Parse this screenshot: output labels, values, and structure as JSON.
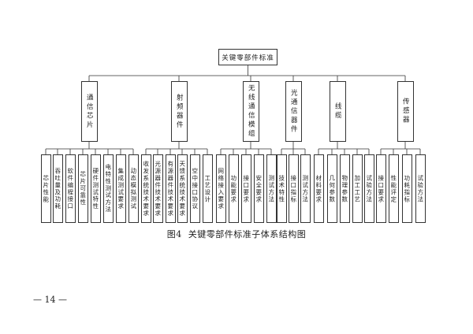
{
  "diagram": {
    "root": "关键零部件标准",
    "categories": [
      {
        "label": "通信芯片",
        "children": [
          "芯片性能",
          "吞吐量及功耗",
          "软件编程接口",
          "芯片可靠性",
          "硬件测试特性",
          "电特性测试方法",
          "集成测试要求",
          "动态模拟测试"
        ]
      },
      {
        "label": "射频器件",
        "children": [
          "收发系统技术要求",
          "光源器件技术要求",
          "有源器件技术要求",
          "天馈系统技术要求",
          "空中接口协议",
          "工艺设计"
        ]
      },
      {
        "label": "无线通信模组",
        "children": [
          "网络接入要求",
          "功能要求",
          "接口要求",
          "安全要求",
          "测试方法"
        ]
      },
      {
        "label": "光通信器件",
        "children": [
          "技术特性",
          "接口指标",
          "测试方法"
        ]
      },
      {
        "label": "线缆",
        "children": [
          "材料要求",
          "几何参数",
          "物理参数",
          "加工工艺",
          "试验方法"
        ]
      },
      {
        "label": "传感器",
        "children": [
          "接口要求",
          "性能评定",
          "功耗指标",
          "试验方法"
        ]
      }
    ]
  },
  "caption": "图4  关键零部件标准子体系结构图",
  "page_number": "— 14 —"
}
